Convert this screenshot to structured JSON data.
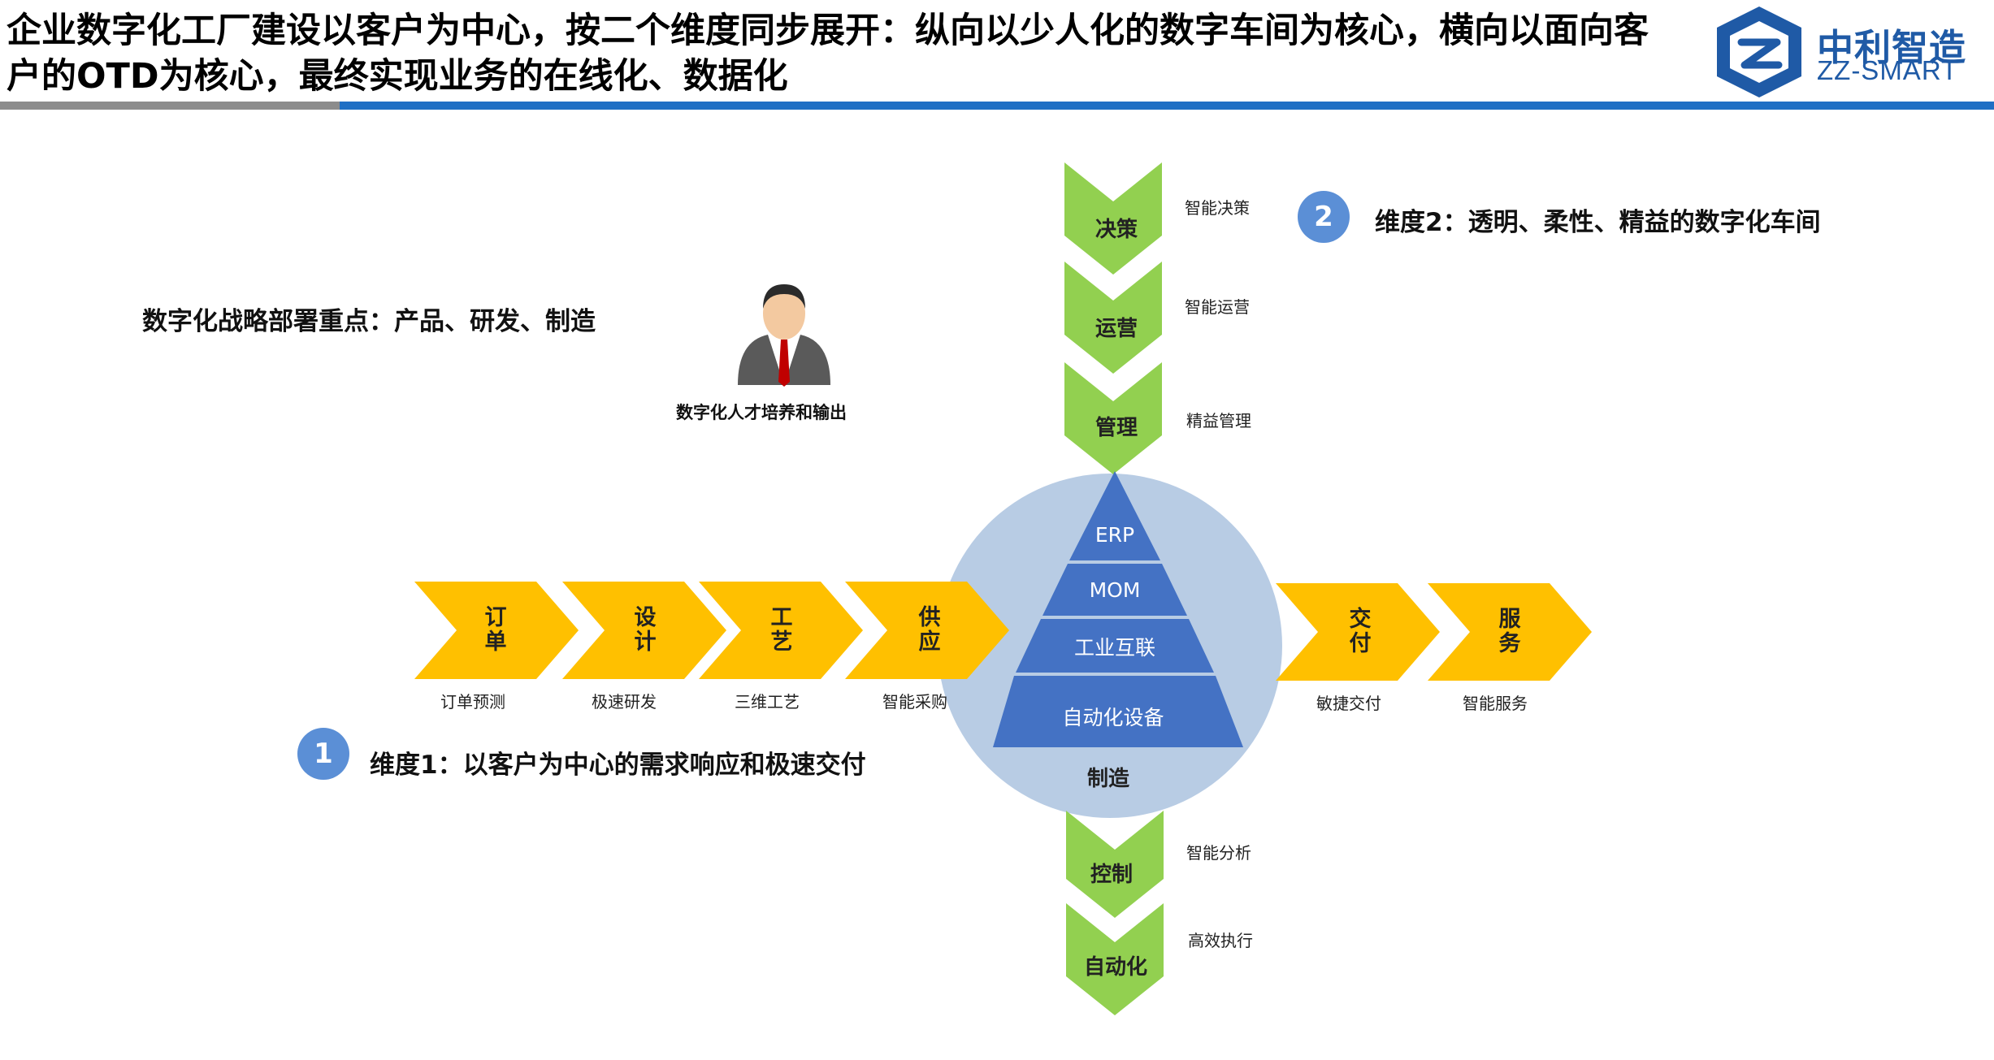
{
  "header": {
    "title": "企业数字化工厂建设以客户为中心，按二个维度同步展开：纵向以少人化的数字车间为核心，横向以面向客户的OTD为核心，最终实现业务的在线化、数据化",
    "logo_cn": "中利智造",
    "logo_en": "ZZ-SMART"
  },
  "strategy_label": "数字化战略部署重点：产品、研发、制造",
  "talent_label": "数字化人才培养和输出",
  "dimension1": {
    "number": "1",
    "text": "维度1：以客户为中心的需求响应和极速交付"
  },
  "dimension2": {
    "number": "2",
    "text": "维度2：透明、柔性、精益的数字化车间"
  },
  "horizontal_chevrons": [
    {
      "l1": "订",
      "l2": "单",
      "sub": "订单预测"
    },
    {
      "l1": "设",
      "l2": "计",
      "sub": "极速研发"
    },
    {
      "l1": "工",
      "l2": "艺",
      "sub": "三维工艺"
    },
    {
      "l1": "供",
      "l2": "应",
      "sub": "智能采购"
    },
    {
      "l1": "交",
      "l2": "付",
      "sub": "敏捷交付"
    },
    {
      "l1": "服",
      "l2": "务",
      "sub": "智能服务"
    }
  ],
  "vertical_top": [
    {
      "label": "决策",
      "sub": "智能决策"
    },
    {
      "label": "运营",
      "sub": "智能运营"
    },
    {
      "label": "管理",
      "sub": "精益管理"
    }
  ],
  "vertical_bottom": [
    {
      "label": "控制",
      "sub": "智能分析"
    },
    {
      "label": "自动化",
      "sub": "高效执行"
    }
  ],
  "pyramid": [
    "ERP",
    "MOM",
    "工业互联",
    "自动化设备"
  ],
  "circle_label": "制造",
  "colors": {
    "accent_blue": "#1f6fc4",
    "chevron_yellow": "#ffc000",
    "chevron_green": "#92d050",
    "circle_fill": "#b8cce4",
    "pyramid_blue": "#4472c4",
    "badge_blue": "#5b8fd6"
  }
}
